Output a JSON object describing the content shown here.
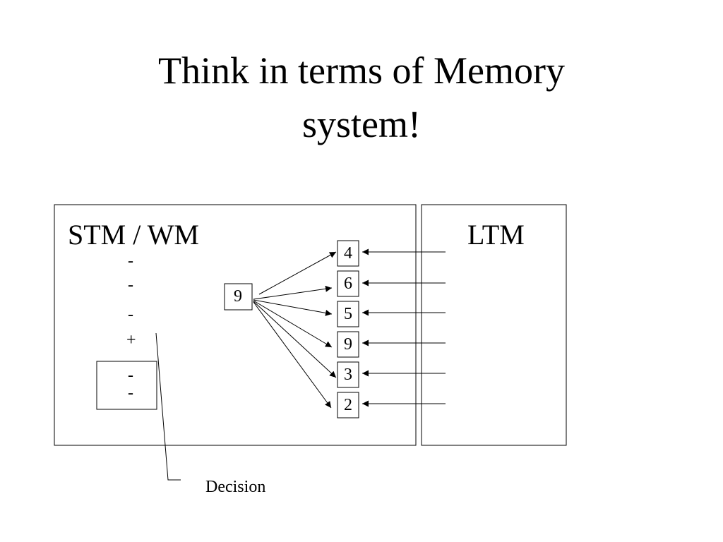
{
  "slide": {
    "title_line1": "Think in terms of Memory",
    "title_line2": "system!"
  },
  "stm": {
    "label": "STM / WM",
    "signs": [
      "-",
      "-",
      "-",
      "+"
    ],
    "inner_signs": [
      "-",
      "-"
    ]
  },
  "ltm": {
    "label": "LTM"
  },
  "probe": {
    "value": "9"
  },
  "items": [
    "4",
    "6",
    "5",
    "9",
    "3",
    "2"
  ],
  "decision_label": "Decision"
}
